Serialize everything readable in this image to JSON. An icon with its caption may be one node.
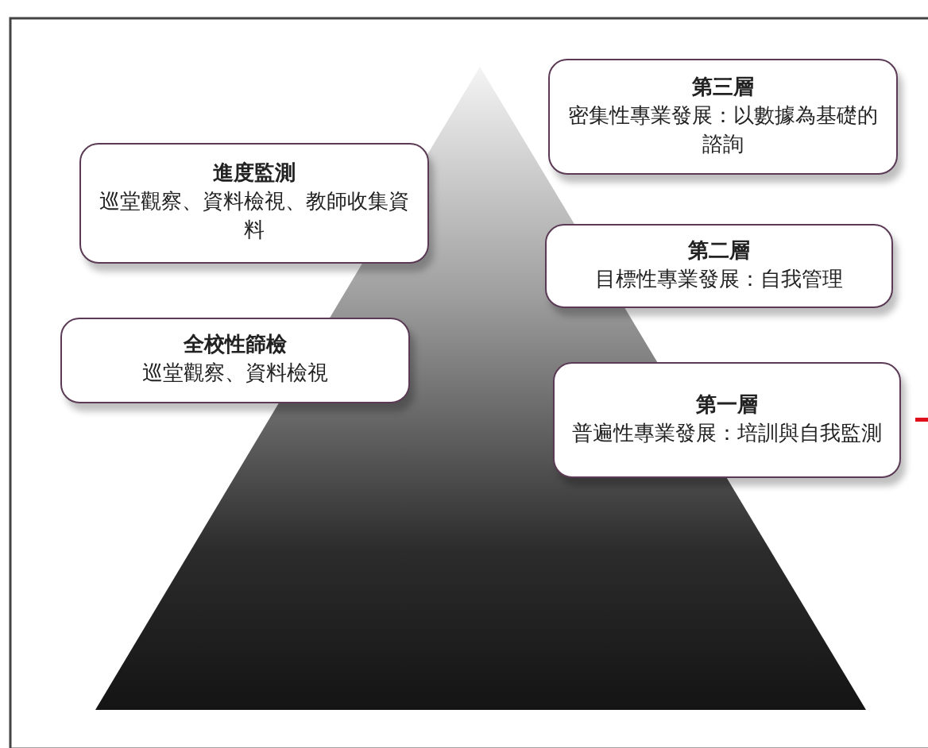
{
  "diagram": {
    "nodes": [
      {
        "text": [
          "第三層",
          "密集性專業發展：以數據為基礎的諮詢"
        ]
      },
      {
        "text": [
          "進度監測",
          "巡堂觀察、資料檢視、教師收集資料"
        ]
      },
      {
        "text": [
          "第二層",
          "目標性專業發展：自我管理"
        ]
      },
      {
        "text": [
          "全校性篩檢",
          "巡堂觀察、資料檢視"
        ]
      },
      {
        "text": [
          "第一層",
          "普遍性專業發展：培訓與自我監測"
        ]
      }
    ]
  }
}
